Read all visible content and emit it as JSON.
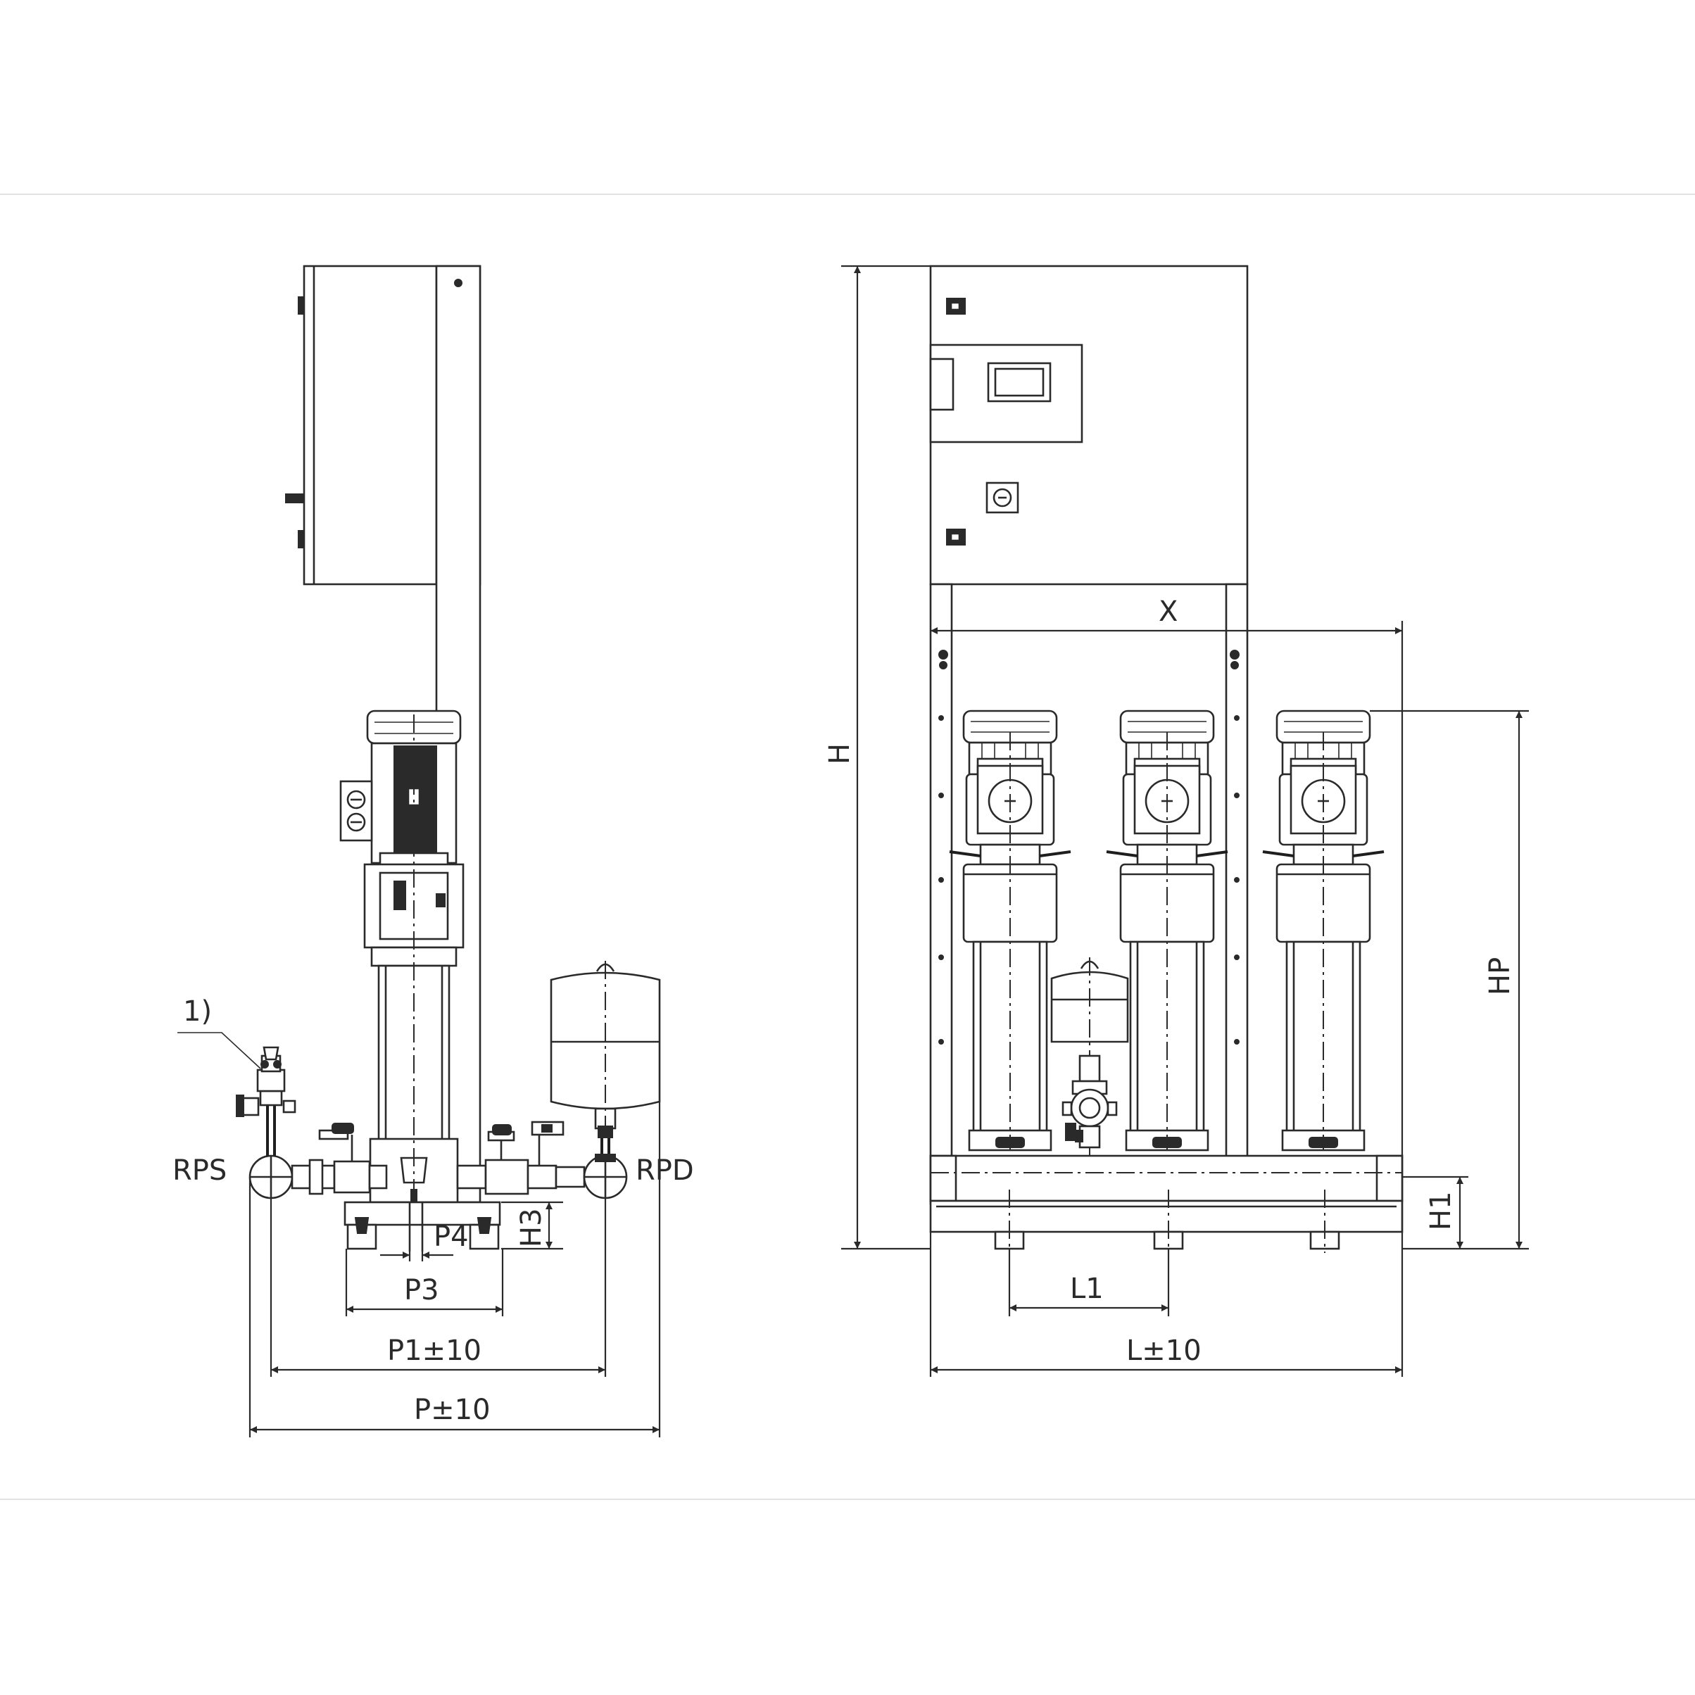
{
  "labels": {
    "note_1": "1)",
    "rps": "RPS",
    "rpd": "RPD",
    "p4": "P4",
    "h3": "H3",
    "p3": "P3",
    "p1": "P1±10",
    "p": "P±10",
    "h": "H",
    "x": "X",
    "hp": "HP",
    "h1": "H1",
    "l1": "L1",
    "l": "L±10"
  }
}
